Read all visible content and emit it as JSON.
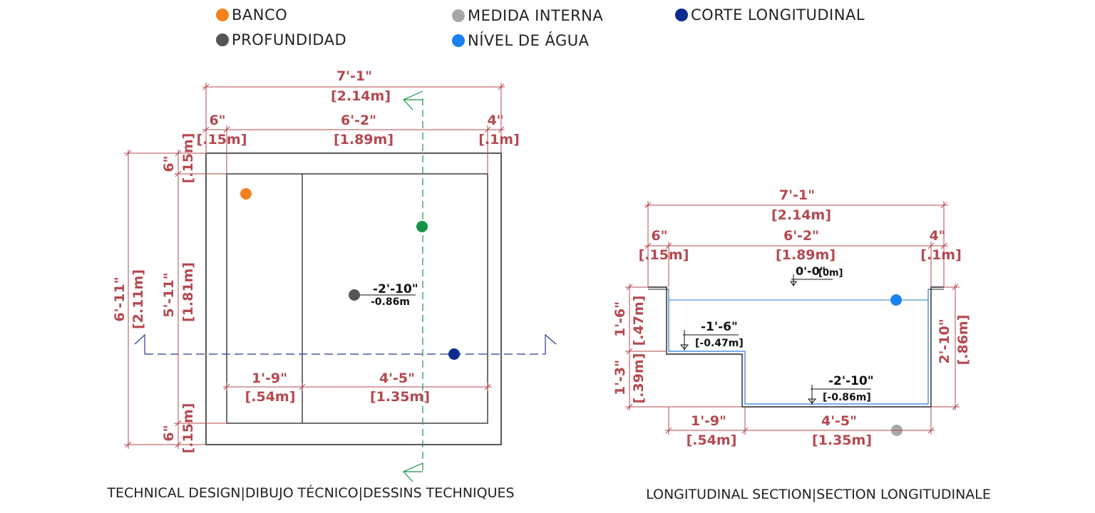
{
  "legend": [
    {
      "label": "BANCO",
      "color": "#f58220"
    },
    {
      "label": "PROFUNDIDAD",
      "color": "#555555"
    },
    {
      "label": "MEDIDA INTERNA",
      "color": "#a8a8a8"
    },
    {
      "label": "NÍVEL DE ÁGUA",
      "color": "#1a82f0"
    },
    {
      "label": "CORTE LONGITUDINAL",
      "color": "#0a2a8f"
    }
  ],
  "section_marker_color": "#149447",
  "dimension_color": "#b5484f",
  "plan": {
    "total_width": {
      "ft": "7'-1\"",
      "m": "[2.14m]"
    },
    "left_wall": {
      "ft": "6\"",
      "m": "[.15m]"
    },
    "interior_width": {
      "ft": "6'-2\"",
      "m": "[1.89m]"
    },
    "right_wall": {
      "ft": "4\"",
      "m": "[.1m]"
    },
    "total_length": {
      "ft": "6'-11\"",
      "m": "[2.11m]"
    },
    "top_wall": {
      "ft": "6\"",
      "m": "[.15m]"
    },
    "interior_length": {
      "ft": "5'-11\"",
      "m": "[1.81m]"
    },
    "bottom_wall": {
      "ft": "6\"",
      "m": "[.15m]"
    },
    "bench_width": {
      "ft": "1'-9\"",
      "m": "[.54m]"
    },
    "pool_width": {
      "ft": "4'-5\"",
      "m": "[1.35m]"
    },
    "depth_level": {
      "ft": "-2'-10\"",
      "m": "-0.86m"
    },
    "caption": "TECHNICAL DESIGN|DIBUJO TÉCNICO|DESSINS TECHNIQUES"
  },
  "section": {
    "total_width": {
      "ft": "7'-1\"",
      "m": "[2.14m]"
    },
    "left_wall": {
      "ft": "6\"",
      "m": "[.15m]"
    },
    "interior_width": {
      "ft": "6'-2\"",
      "m": "[1.89m]"
    },
    "right_wall": {
      "ft": "4\"",
      "m": "[.1m]"
    },
    "top_level": {
      "ft": "0'-0\"",
      "m": "[0m]"
    },
    "bench_level": {
      "ft": "-1'-6\"",
      "m": "[-0.47m]"
    },
    "bottom_level": {
      "ft": "-2'-10\"",
      "m": "[-0.86m]"
    },
    "bench_depth": {
      "ft": "1'-6\"",
      "m": "[.47m]"
    },
    "step_height": {
      "ft": "1'-3\"",
      "m": "[.39m]"
    },
    "total_depth": {
      "ft": "2'-10\"",
      "m": "[.86m]"
    },
    "bench_width": {
      "ft": "1'-9\"",
      "m": "[.54m]"
    },
    "pool_width": {
      "ft": "4'-5\"",
      "m": "[1.35m]"
    },
    "caption": "LONGITUDINAL SECTION|SECTION LONGITUDINALE"
  }
}
